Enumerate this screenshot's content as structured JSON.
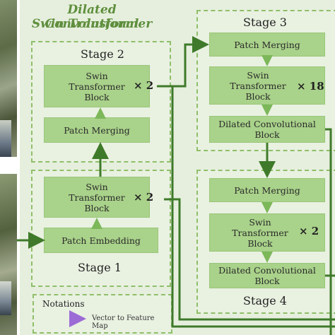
{
  "title": {
    "line1": "Dilated Convolutional",
    "line2": "Swin Transformer"
  },
  "stage1": {
    "label": "Stage 1",
    "patch_embedding": "Patch Embedding",
    "swin_block": [
      "Swin",
      "Transformer",
      "Block"
    ],
    "multiplier": "× 2"
  },
  "stage2": {
    "label": "Stage 2",
    "patch_merging": "Patch Merging",
    "swin_block": [
      "Swin",
      "Transformer",
      "Block"
    ],
    "multiplier": "× 2"
  },
  "stage3": {
    "label": "Stage 3",
    "patch_merging": "Patch Merging",
    "swin_block": [
      "Swin",
      "Transformer",
      "Block"
    ],
    "multiplier": "× 18",
    "dilated_conv": [
      "Dilated Convolutional",
      "Block"
    ]
  },
  "stage4": {
    "label": "Stage 4",
    "patch_merging": "Patch Merging",
    "swin_block": [
      "Swin",
      "Transformer",
      "Block"
    ],
    "multiplier": "× 2",
    "dilated_conv": [
      "Dilated Convolutional",
      "Block"
    ]
  },
  "notations": {
    "title": "Notations",
    "legend_label": "Vector to Feature Map"
  },
  "colors": {
    "panel": "#e6efdd",
    "block": "#a9d28a",
    "dashed_border": "#8fbf6a",
    "arrow_dark": "#3f7a2a",
    "arrow_light": "#7cb85a",
    "title": "#5f8f3e",
    "legend_gradient_start": "#3f7a2a",
    "legend_gradient_end": "#9b6bd6"
  }
}
